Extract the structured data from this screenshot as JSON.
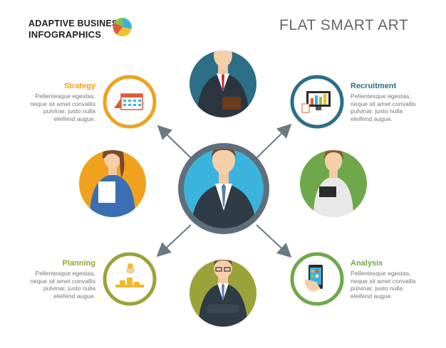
{
  "header": {
    "brand_line1": "ADAPTIVE BUSINESS",
    "brand_line2": "INFOGRAPHICS",
    "title": "FLAT SMART ART"
  },
  "items": {
    "strategy": {
      "label": "Strategy",
      "lines": [
        "Pellentesque egestas,",
        "neque sit amet convallis",
        "pulvinar, justo nulla",
        "eleifend augue."
      ]
    },
    "planning": {
      "label": "Planning",
      "lines": [
        "Pellentesque egestas,",
        "neque sit amet convallis",
        "pulvinar, justo nulla",
        "eleifend augue."
      ]
    },
    "recruitment": {
      "label": "Recruitment",
      "lines": [
        "Pellentesque egestas,",
        "neque sit amet convallis",
        "pulvinar, justo nulla",
        "eleifend augue."
      ]
    },
    "analysis": {
      "label": "Analysis",
      "lines": [
        "Pellentesque egestas,",
        "neque sit amet convallis",
        "pulvinar, justo nulla",
        "eleifend augue."
      ]
    }
  },
  "colors": {
    "strategy": "#f0a21e",
    "planning": "#9aa33a",
    "recruitment": "#2c6f86",
    "analysis": "#6fa84a",
    "center_ring": "#5f6f7a",
    "center_fill": "#3ab4dc",
    "arrow": "#6a7a85"
  }
}
